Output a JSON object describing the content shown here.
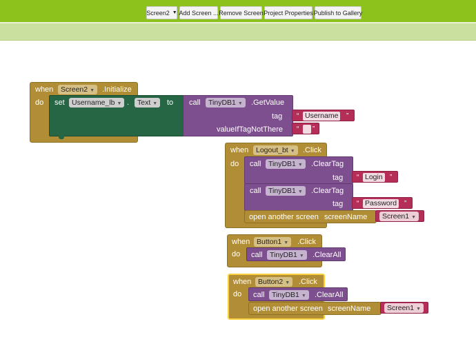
{
  "toolbar": {
    "screen_select": "Screen2",
    "add_screen": "Add Screen ...",
    "remove_screen": "Remove Screen",
    "project_properties": "Project Properties",
    "publish": "Publish to Gallery"
  },
  "kw": {
    "when": "when",
    "do": "do",
    "set": "set",
    "to": "to",
    "call": "call",
    "tag": "tag",
    "value_if_tag_not_there": "valueIfTagNotThere",
    "open_another_screen": "open another screen",
    "screen_name": "screenName",
    "quote": "“",
    "quote_close": "”"
  },
  "events": {
    "screen_init": {
      "component": "Screen2",
      "event": ".Initialize"
    },
    "logout": {
      "component": "Logout_bt",
      "event": ".Click"
    },
    "button1": {
      "component": "Button1",
      "event": ".Click"
    },
    "button2": {
      "component": "Button2",
      "event": ".Click"
    }
  },
  "setter": {
    "component": "Username_lb",
    "dot": ".",
    "property": "Text"
  },
  "calls": {
    "get_value": {
      "component": "TinyDB1",
      "method": ".GetValue"
    },
    "clear_tag": {
      "component": "TinyDB1",
      "method": ".ClearTag"
    },
    "clear_all": {
      "component": "TinyDB1",
      "method": ".ClearAll"
    }
  },
  "strings": {
    "username": "Username",
    "empty": "",
    "login": "Login",
    "password": "Password"
  },
  "screens": {
    "screen1": "Screen1"
  },
  "colors": {
    "topbar": "#8cc21b",
    "control_block": "#b18e35",
    "set_block": "#266644",
    "component_block": "#7d4f8e",
    "text_block": "#b42e58",
    "selected_outline": "#f7d23e"
  }
}
